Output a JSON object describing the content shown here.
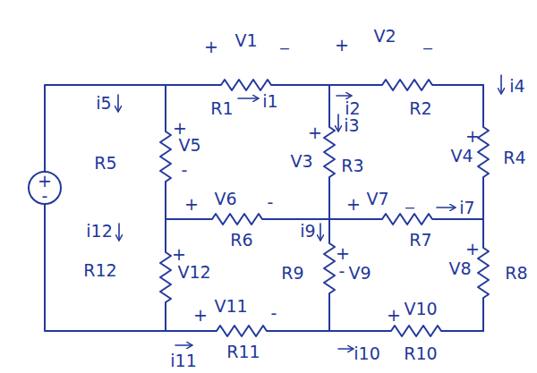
{
  "diagram": {
    "labels": [
      "+",
      "V1",
      "_",
      "+",
      "V2",
      "_",
      "i1",
      "R1",
      "i2",
      "i3",
      "R2",
      "i4",
      "i5",
      "R5",
      "+",
      "V5",
      "-",
      "+",
      "V3",
      "R3",
      "+",
      "V4",
      "R4",
      "+",
      "V6",
      "-",
      "R6",
      "+",
      "V7",
      "_",
      "i7",
      "R7",
      "i9",
      "R9",
      "+",
      "-",
      "V9",
      "V8",
      "+",
      "R8",
      "i12",
      "R12",
      "+",
      "V12",
      "+",
      "V11",
      "-",
      "R11",
      "i11",
      "+",
      "V10",
      "i10",
      "R10",
      "+",
      "-"
    ]
  }
}
